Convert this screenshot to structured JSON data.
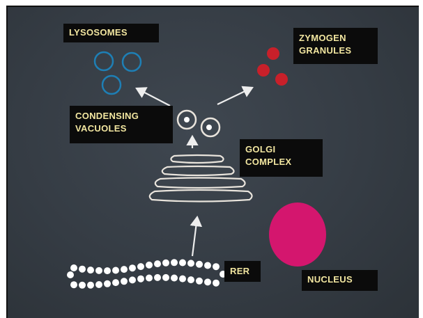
{
  "labels": {
    "lysosomes": "LYSOSOMES",
    "zymogen_granules": "ZYMOGEN\nGRANULES",
    "condensing_vacuoles": "CONDENSING\nVACUOLES",
    "golgi_complex": "GOLGI\nCOMPLEX",
    "rer": "RER",
    "nucleus": "NUCLEUS"
  },
  "colors": {
    "board": "#353c44",
    "label_bg": "#0b0b0b",
    "label_text": "#f2e6a0",
    "lysosome_stroke": "#1e7fb5",
    "zymogen_fill": "#c8202a",
    "nucleus_fill": "#d4166e",
    "structure_stroke": "#e9e4dc"
  }
}
